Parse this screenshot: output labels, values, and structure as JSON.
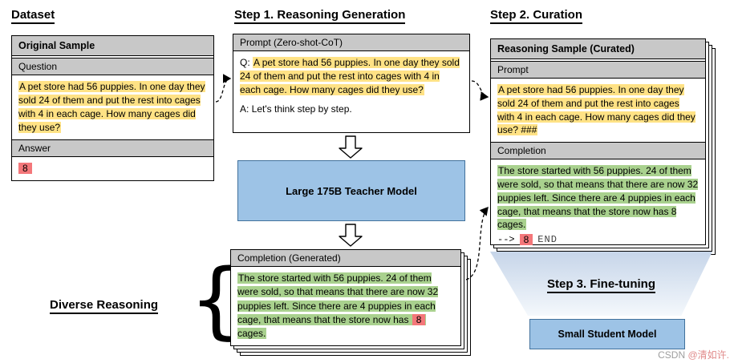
{
  "titles": {
    "dataset": "Dataset",
    "step1": "Step 1. Reasoning Generation",
    "step2": "Step 2. Curation",
    "step3": "Step 3. Fine-tuning",
    "diverse_reasoning": "Diverse Reasoning",
    "brace": "{"
  },
  "dataset": {
    "header": "Original Sample",
    "question_label": "Question",
    "question": "A pet store had 56 puppies. In one day they sold 24 of them and put the rest into cages with 4 in each cage. How many cages did they use?",
    "answer_label": "Answer",
    "answer": "8"
  },
  "step1": {
    "prompt_header": "Prompt (Zero-shot-CoT)",
    "q_prefix": "Q: ",
    "question": "A pet store had 56 puppies. In one day they sold 24 of them and put the rest into cages with 4 in each cage. How many cages did they use?",
    "cot_trigger": "A: Let's think step by step.",
    "teacher_model": "Large 175B Teacher Model",
    "completion_header": "Completion (Generated)",
    "completion_before": "The store started with 56 puppies. 24 of them were sold, so that means that there are now 32 puppies left.  Since there are 4 puppies in each cage, that means that the store now has ",
    "completion_answer": "8",
    "completion_after": " cages."
  },
  "step2": {
    "header": "Reasoning Sample (Curated)",
    "prompt_label": "Prompt",
    "prompt_text": "A pet store had 56 puppies. In one day they sold 24 of them and put the rest into cages with 4 in each cage. How many cages did they use? ###",
    "completion_label": "Completion",
    "completion_text": "The store started with 56 puppies. 24 of them were sold, so that means that there are now 32 puppies left.  Since there are 4 puppies in each cage, that means that the store now has 8 cages.",
    "answer_arrow": "-->",
    "answer": "8",
    "end_token": "END",
    "student_model": "Small Student Model"
  },
  "watermark": {
    "site": "CSDN ",
    "user": "@清如许."
  },
  "colors": {
    "yellow": "#ffe285",
    "green": "#a9d18e",
    "red": "#f4777a",
    "blue": "#9dc3e6",
    "gray_header": "#c8c8c8"
  }
}
